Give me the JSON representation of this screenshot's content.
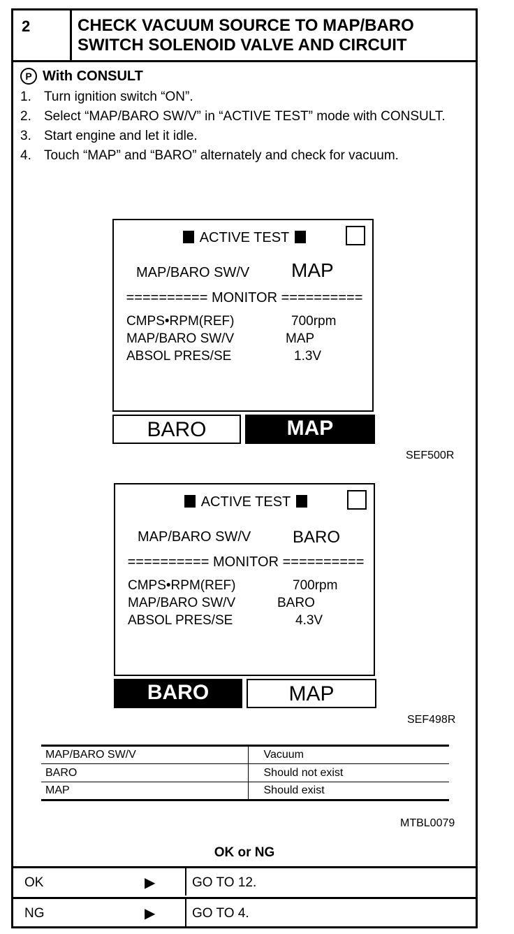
{
  "header": {
    "step_number": "2",
    "title_line1": "CHECK VACUUM SOURCE TO MAP/BARO",
    "title_line2": "SWITCH SOLENOID VALVE AND CIRCUIT"
  },
  "consult": {
    "icon_letter": "P",
    "label": "With CONSULT"
  },
  "steps": [
    {
      "num": "1.",
      "text": "Turn ignition switch “ON”."
    },
    {
      "num": "2.",
      "text": "Select “MAP/BARO SW/V” in “ACTIVE TEST” mode with CONSULT."
    },
    {
      "num": "3.",
      "text": "Start engine and let it idle."
    },
    {
      "num": "4.",
      "text": "Touch “MAP” and “BARO” alternately and check for vacuum."
    }
  ],
  "screens": [
    {
      "title": "ACTIVE TEST",
      "item_label": "MAP/BARO  SW/V",
      "item_value": "MAP",
      "monitor_label": "========== MONITOR ==========",
      "monitor_items": [
        {
          "label": "CMPS•RPM(REF)",
          "value": "700rpm"
        },
        {
          "label": "MAP/BARO SW/V",
          "value": "MAP"
        },
        {
          "label": "ABSOL PRES/SE",
          "value": "1.3V"
        }
      ],
      "button_left": "BARO",
      "button_right": "MAP",
      "code": "SEF500R"
    },
    {
      "title": "ACTIVE TEST",
      "item_label": "MAP/BARO  SW/V",
      "item_value": "BARO",
      "monitor_label": "========== MONITOR ==========",
      "monitor_items": [
        {
          "label": "CMPS•RPM(REF)",
          "value": "700rpm"
        },
        {
          "label": "MAP/BARO SW/V",
          "value": "BARO"
        },
        {
          "label": "ABSOL PRES/SE",
          "value": "4.3V"
        }
      ],
      "button_left": "BARO",
      "button_right": "MAP",
      "code": "SEF498R"
    }
  ],
  "table": {
    "headers": [
      "MAP/BARO SW/V",
      "Vacuum"
    ],
    "rows": [
      [
        "BARO",
        "Should not exist"
      ],
      [
        "MAP",
        "Should exist"
      ]
    ],
    "code": "MTBL0079"
  },
  "result": {
    "title": "OK or NG",
    "rows": [
      {
        "label": "OK",
        "action": "GO TO 12."
      },
      {
        "label": "NG",
        "action": "GO TO 4."
      }
    ]
  }
}
